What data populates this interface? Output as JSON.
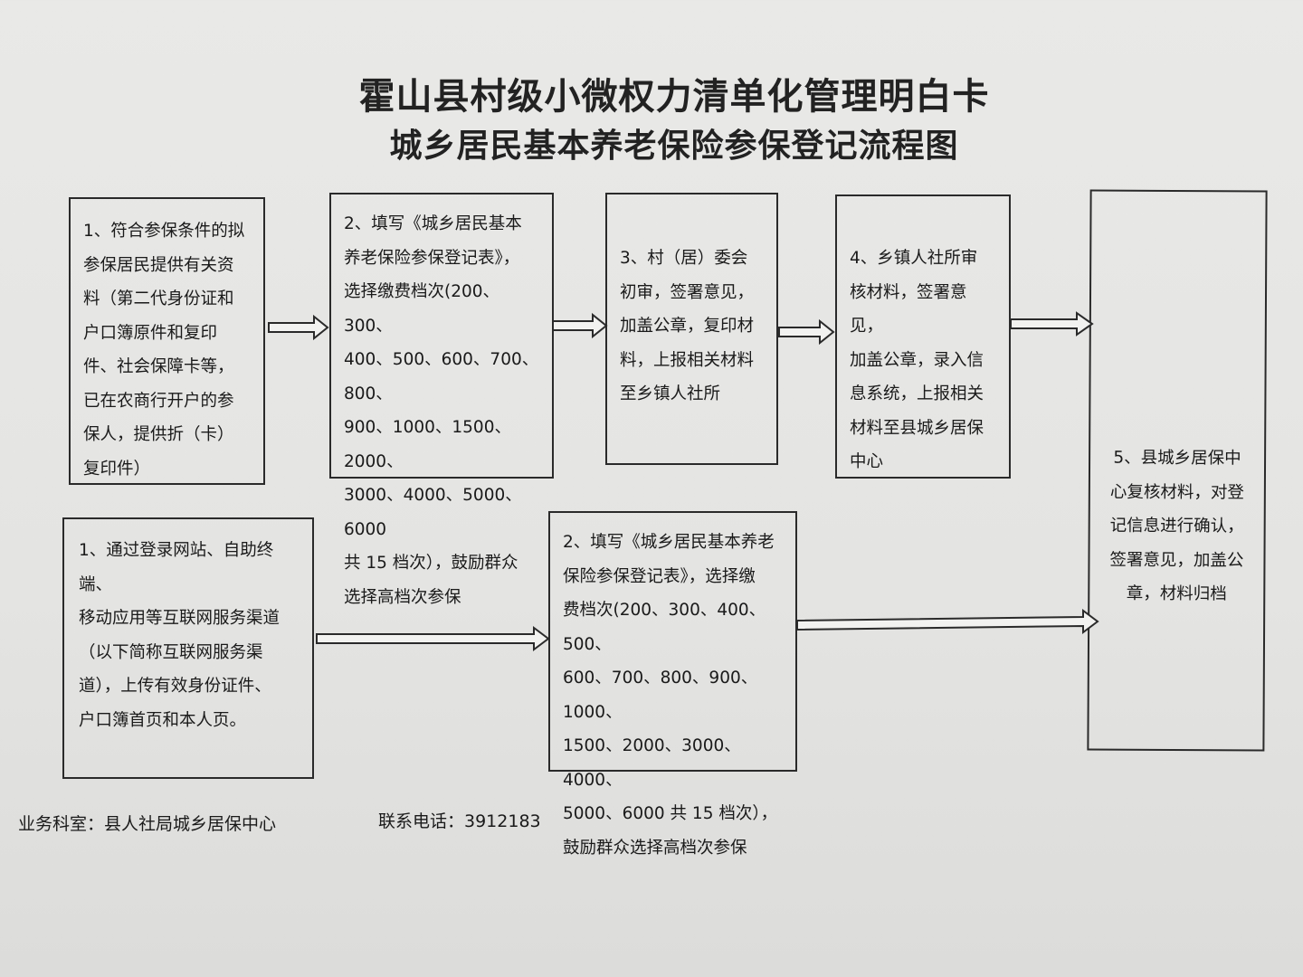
{
  "header": {
    "title": "霍山县村级小微权力清单化管理明白卡",
    "subtitle": "城乡居民基本养老保险参保登记流程图"
  },
  "flow": {
    "offline": {
      "step1": "1、符合参保条件的拟\n参保居民提供有关资\n料（第二代身份证和\n户口簿原件和复印\n件、社会保障卡等，\n已在农商行开户的参\n保人，提供折（卡）\n复印件）",
      "step2": "2、填写《城乡居民基本\n养老保险参保登记表》，\n选择缴费档次(200、300、\n400、500、600、700、800、\n900、1000、1500、2000、\n3000、4000、5000、6000\n共 15 档次），鼓励群众\n选择高档次参保",
      "step3": "3、村（居）委会\n初审，签署意见，\n加盖公章，复印材\n料，上报相关材料\n至乡镇人社所",
      "step4": "4、乡镇人社所审\n核材料，签署意见，\n加盖公章，录入信\n息系统，上报相关\n材料至县城乡居保\n中心"
    },
    "online": {
      "step1": "1、通过登录网站、自助终端、\n移动应用等互联网服务渠道\n（以下简称互联网服务渠\n道），上传有效身份证件、\n户口簿首页和本人页。",
      "step2": "2、填写《城乡居民基本养老\n保险参保登记表》，选择缴\n费档次(200、300、400、500、\n600、700、800、900、1000、\n1500、2000、3000、4000、\n5000、6000 共 15 档次），\n鼓励群众选择高档次参保"
    },
    "step5": "5、县城乡居保中\n心复核材料，对登\n记信息进行确认，\n签署意见，加盖公\n章，材料归档"
  },
  "footer": {
    "department": "业务科室：县人社局城乡居保中心",
    "phone": "联系电话：3912183"
  }
}
